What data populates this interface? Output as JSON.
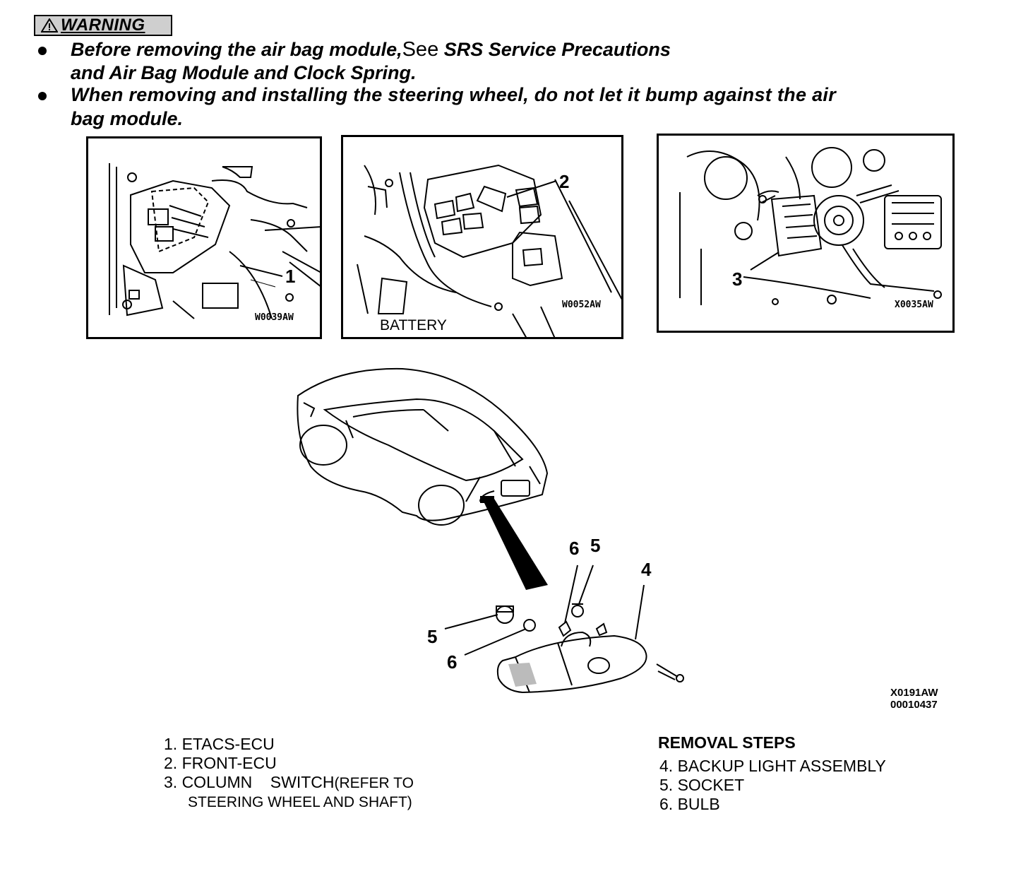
{
  "warning": {
    "label": "WARNING",
    "bullet1_line1_a": "Before removing the air bag module,",
    "bullet1_line1_see": "See",
    "bullet1_line1_b": " SRS Service Precautions",
    "bullet1_line2": "and Air Bag Module and Clock Spring.",
    "bullet2_line1": "When removing and installing the steering wheel, do not let it bump against the air",
    "bullet2_line2": "bag module."
  },
  "panels": [
    {
      "code": "W0039AW",
      "callout": "1"
    },
    {
      "code": "W0052AW",
      "callout": "2",
      "label": "BATTERY"
    },
    {
      "code": "X0035AW",
      "callout": "3"
    }
  ],
  "main_figure": {
    "callouts": [
      "6",
      "5",
      "4",
      "5",
      "6"
    ],
    "code_line1": "X0191AW",
    "code_line2": "00010437"
  },
  "legend": {
    "item1": "1. ETACS-ECU",
    "item2": "2. FRONT-ECU",
    "item3_a": "3. COLUMN    SWITCH",
    "item3_b": "(REFER TO",
    "item3_c": "STEERING WHEEL AND SHAFT)"
  },
  "removal": {
    "title": "REMOVAL  STEPS",
    "step4": "4. BACKUP  LIGHT  ASSEMBLY",
    "step5": "5. SOCKET",
    "step6": "6. BULB"
  }
}
